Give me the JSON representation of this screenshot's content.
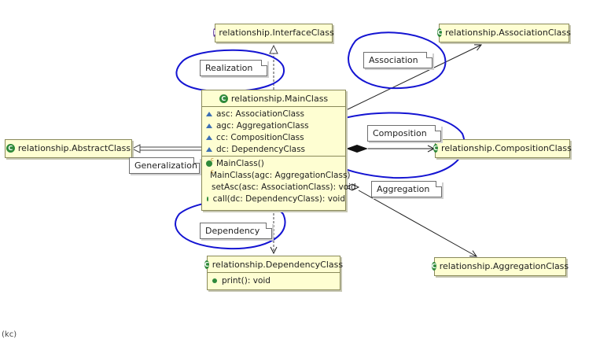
{
  "classes": {
    "interface": {
      "name": "relationship.InterfaceClass",
      "icon": "interface-icon"
    },
    "main": {
      "name": "relationship.MainClass",
      "fields": [
        "asc: AssociationClass",
        "agc: AggregationClass",
        "cc: CompositionClass",
        "dc: DependencyClass"
      ],
      "methods": [
        "MainClass()",
        "MainClass(agc: AggregationClass)",
        "setAsc(asc: AssociationClass): void",
        "call(dc: DependencyClass): void"
      ]
    },
    "association": {
      "name": "relationship.AssociationClass"
    },
    "composition": {
      "name": "relationship.CompositionClass"
    },
    "abstract": {
      "name": "relationship.AbstractClass"
    },
    "aggregation": {
      "name": "relationship.AggregationClass"
    },
    "dependency": {
      "name": "relationship.DependencyClass",
      "methods": [
        "print(): void"
      ]
    }
  },
  "notes": {
    "realization": "Realization",
    "association": "Association",
    "composition": "Composition",
    "generalization": "Generalization",
    "aggregation": "Aggregation",
    "dependency": "Dependency"
  },
  "footer": "(kc)",
  "colors": {
    "box_fill": "#fefed2",
    "box_border": "#8a8a5a",
    "annotation_blue": "#1414d2",
    "class_icon": "#2f8a3a"
  }
}
